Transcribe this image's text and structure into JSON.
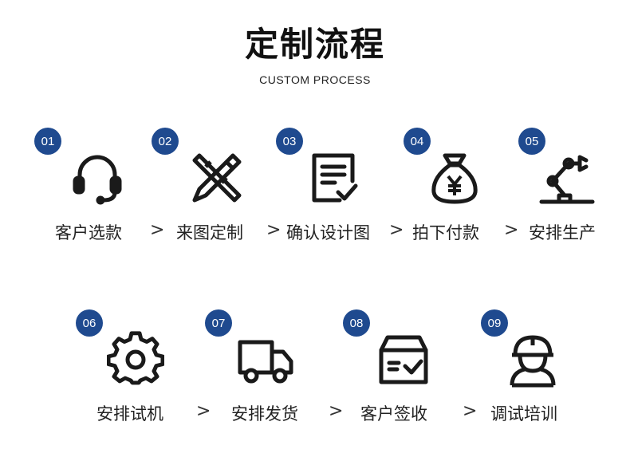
{
  "header": {
    "title": "定制流程",
    "subtitle": "CUSTOM PROCESS"
  },
  "steps": [
    {
      "num": "01",
      "label": "客户选款",
      "icon": "headset-icon"
    },
    {
      "num": "02",
      "label": "来图定制",
      "icon": "pencil-ruler-icon"
    },
    {
      "num": "03",
      "label": "确认设计图",
      "icon": "document-check-icon"
    },
    {
      "num": "04",
      "label": "拍下付款",
      "icon": "money-bag-icon"
    },
    {
      "num": "05",
      "label": "安排生产",
      "icon": "robot-arm-icon"
    },
    {
      "num": "06",
      "label": "安排试机",
      "icon": "gear-icon"
    },
    {
      "num": "07",
      "label": "安排发货",
      "icon": "truck-icon"
    },
    {
      "num": "08",
      "label": "客户签收",
      "icon": "box-check-icon"
    },
    {
      "num": "09",
      "label": "调试培训",
      "icon": "worker-helmet-icon"
    }
  ],
  "arrow_glyph": ">",
  "colors": {
    "badge": "#1f4a8f",
    "text": "#222222"
  }
}
